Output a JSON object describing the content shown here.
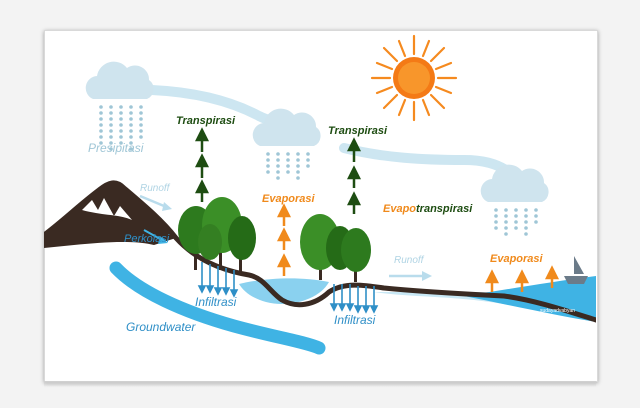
{
  "labels": {
    "presipitasi": "Presipitasi",
    "transpirasi_left": "Transpirasi",
    "transpirasi_right": "Transpirasi",
    "evaporasi_center": "Evaporasi",
    "evapo": "Evapo",
    "transpirasi_suffix": "transpirasi",
    "evaporasi_right": "Evaporasi",
    "runoff_left": "Runoff",
    "runoff_right": "Runoff",
    "perkolasi": "Perkolasi",
    "infiltrasi_left": "Infiltrasi",
    "infiltrasi_right": "Infiltrasi",
    "groundwater": "Groundwater",
    "watermark": "sudayadvabyan"
  },
  "colors": {
    "sky_blue": "#b9dcec",
    "water_blue": "#3fb3e4",
    "label_blue": "#2f8fc7",
    "presipitasi_gray": "#9fc6d6",
    "transpirasi_green": "#1e4d12",
    "evaporasi_orange": "#f08a1c",
    "sun": "#f47a16",
    "ground": "#3a2a22"
  }
}
